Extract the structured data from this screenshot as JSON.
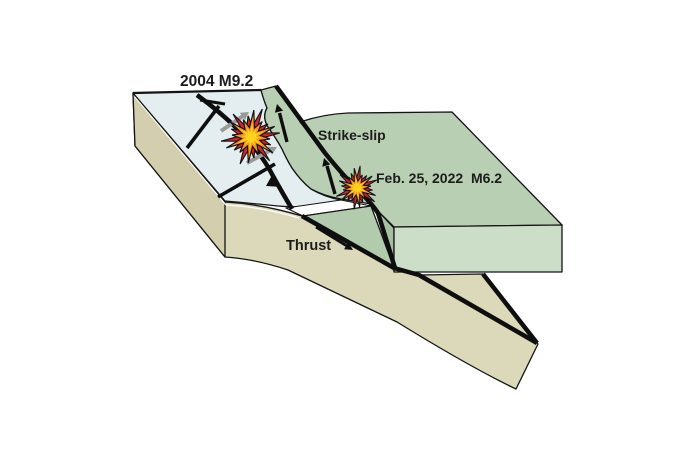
{
  "figure": {
    "type": "3d-fault-block-diagram",
    "labels": {
      "eq_2004": "2004 M9.2",
      "strike_slip": "Strike-slip",
      "eq_2022": "Feb. 25, 2022  M6.2",
      "thrust": "Thrust"
    },
    "colors": {
      "background": "#ffffff",
      "ocean_top": "#e4eef1",
      "land_top": "#b9cfb3",
      "land_front": "#cddec8",
      "land_side": "#a6bfa1",
      "sliver_face": "#b3cbad",
      "plate_side": "#d3cfae",
      "plate_front": "#dcd8ba",
      "gap_face": "#ffffff",
      "fault_line": "#0e0e0e",
      "arrow_gray": "#9a9a9a",
      "star_outer": "#f7941e",
      "star_core": "#ffd21f",
      "star_accent": "#d2232a"
    },
    "icons": {
      "epicenter_2004": "earthquake-star-icon",
      "epicenter_2022": "earthquake-star-icon"
    }
  }
}
